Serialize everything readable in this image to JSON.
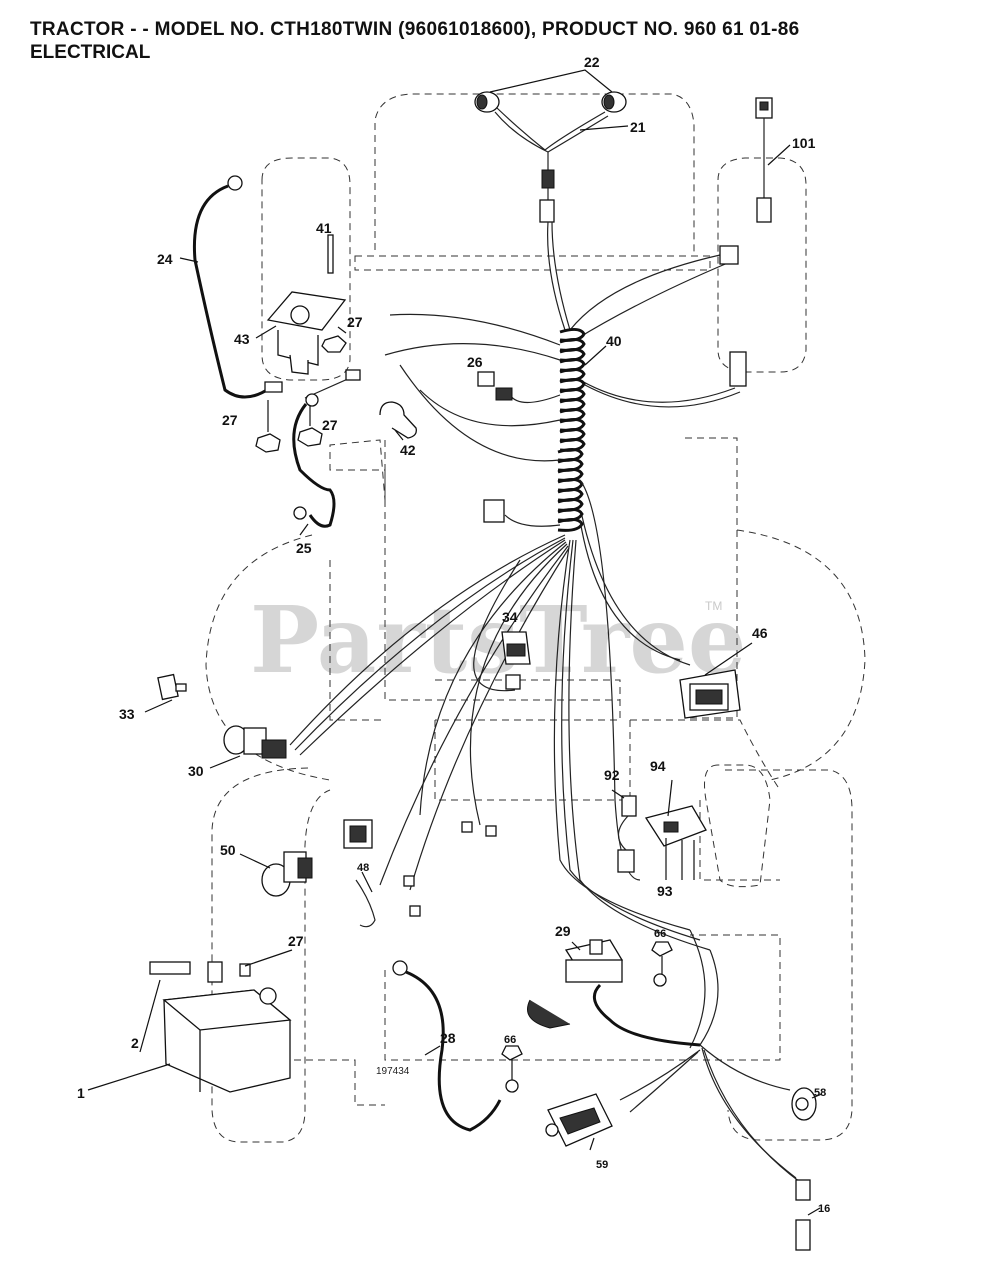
{
  "header": {
    "title": "TRACTOR - - MODEL NO. CTH180TWIN (96061018600), PRODUCT NO. 960 61 01-86",
    "section": "ELECTRICAL"
  },
  "watermark": {
    "text": "PartsTree",
    "tm": "TM"
  },
  "drawing_number": "197434",
  "callouts": [
    {
      "id": "c22",
      "label": "22"
    },
    {
      "id": "c21",
      "label": "21"
    },
    {
      "id": "c101",
      "label": "101"
    },
    {
      "id": "c24",
      "label": "24"
    },
    {
      "id": "c41",
      "label": "41"
    },
    {
      "id": "c43",
      "label": "43"
    },
    {
      "id": "c27a",
      "label": "27"
    },
    {
      "id": "c27b",
      "label": "27"
    },
    {
      "id": "c27c",
      "label": "27"
    },
    {
      "id": "c25",
      "label": "25"
    },
    {
      "id": "c26",
      "label": "26"
    },
    {
      "id": "c40",
      "label": "40"
    },
    {
      "id": "c42",
      "label": "42"
    },
    {
      "id": "c34",
      "label": "34"
    },
    {
      "id": "c46",
      "label": "46"
    },
    {
      "id": "c33",
      "label": "33"
    },
    {
      "id": "c30",
      "label": "30"
    },
    {
      "id": "c92",
      "label": "92"
    },
    {
      "id": "c94",
      "label": "94"
    },
    {
      "id": "c93",
      "label": "93"
    },
    {
      "id": "c50",
      "label": "50"
    },
    {
      "id": "c48",
      "label": "48"
    },
    {
      "id": "c27d",
      "label": "27"
    },
    {
      "id": "c2",
      "label": "2"
    },
    {
      "id": "c1",
      "label": "1"
    },
    {
      "id": "c29",
      "label": "29"
    },
    {
      "id": "c66a",
      "label": "66"
    },
    {
      "id": "c28",
      "label": "28"
    },
    {
      "id": "c66b",
      "label": "66"
    },
    {
      "id": "c58",
      "label": "58"
    },
    {
      "id": "c59",
      "label": "59"
    },
    {
      "id": "c16",
      "label": "16"
    }
  ]
}
